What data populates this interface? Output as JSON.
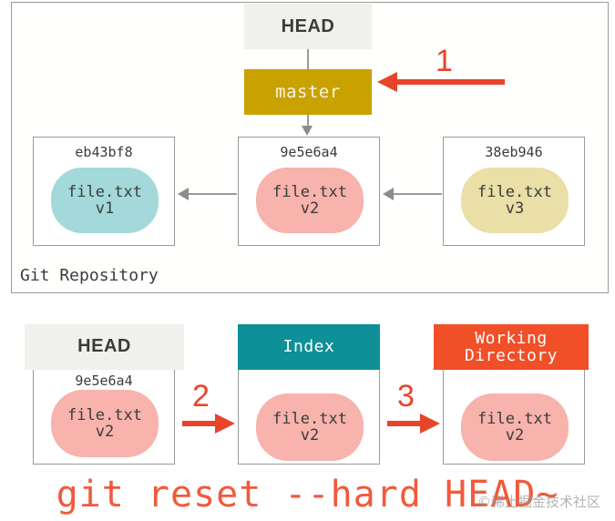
{
  "diagram": {
    "title": "git reset --hard HEAD~ illustration",
    "command": "git reset --hard HEAD~",
    "watermark": "©稀土掘金技术社区",
    "colors": {
      "accent_red": "#e8442a",
      "command_red": "#f05a3c",
      "master_gold": "#c9a200",
      "index_teal": "#0d9097",
      "working_orange": "#f04f28",
      "head_gray": "#f0f0ec",
      "blob_teal": "#a3d9da",
      "blob_salmon": "#f7b3ac",
      "blob_khaki": "#e9dfa7",
      "line_gray": "#9a9a9a"
    }
  },
  "repository": {
    "label": "Git Repository",
    "head_ref": "HEAD",
    "branch_ref": "master",
    "commits": [
      {
        "hash": "eb43bf8",
        "file": "file.txt",
        "version": "v1",
        "blob_color": "#a3d9da"
      },
      {
        "hash": "9e5e6a4",
        "file": "file.txt",
        "version": "v2",
        "blob_color": "#f7b3ac"
      },
      {
        "hash": "38eb946",
        "file": "file.txt",
        "version": "v3",
        "blob_color": "#e9dfa7"
      }
    ]
  },
  "steps": {
    "one": "1",
    "two": "2",
    "three": "3"
  },
  "areas": [
    {
      "name": "HEAD",
      "hash": "9e5e6a4",
      "file": "file.txt",
      "version": "v2"
    },
    {
      "name": "Index",
      "hash": "",
      "file": "file.txt",
      "version": "v2"
    },
    {
      "name": "Working\nDirectory",
      "name_line1": "Working",
      "name_line2": "Directory",
      "hash": "",
      "file": "file.txt",
      "version": "v2"
    }
  ]
}
